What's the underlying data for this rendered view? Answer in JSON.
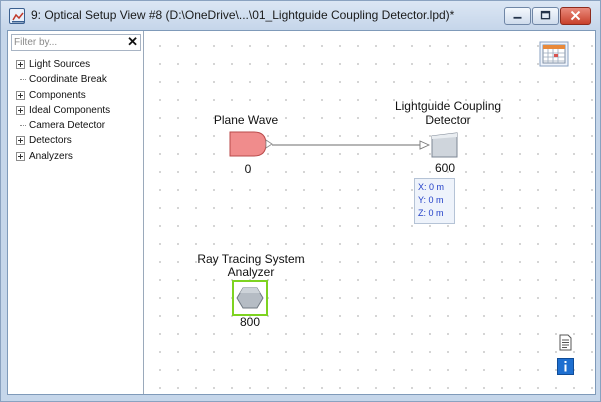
{
  "window": {
    "title": "9: Optical Setup View #8 (D:\\OneDrive\\...\\01_Lightguide Coupling Detector.lpd)*"
  },
  "filter": {
    "placeholder": "Filter by...",
    "clear_glyph": "✕"
  },
  "tree": {
    "items": [
      {
        "label": "Light Sources",
        "expandable": true
      },
      {
        "label": "Coordinate Break",
        "expandable": false
      },
      {
        "label": "Components",
        "expandable": true
      },
      {
        "label": "Ideal Components",
        "expandable": true
      },
      {
        "label": "Camera Detector",
        "expandable": false
      },
      {
        "label": "Detectors",
        "expandable": true
      },
      {
        "label": "Analyzers",
        "expandable": true
      }
    ]
  },
  "canvas": {
    "source": {
      "label": "Plane Wave",
      "index": "0",
      "color": "#f08c8c"
    },
    "detector": {
      "label_line1": "Lightguide Coupling",
      "label_line2": "Detector",
      "index": "600",
      "coords": {
        "x": "X: 0 m",
        "y": "Y: 0 m",
        "z": "Z: 0 m"
      }
    },
    "analyzer": {
      "label_line1": "Ray Tracing System",
      "label_line2": "Analyzer",
      "index": "800",
      "highlight_color": "#7ed321"
    }
  },
  "colors": {
    "coord_text": "#2340c8",
    "info_button": "#1e6fd0"
  },
  "icons": {
    "view_settings": "calendar-grid-icon",
    "document": "document-icon",
    "info": "info-icon"
  }
}
